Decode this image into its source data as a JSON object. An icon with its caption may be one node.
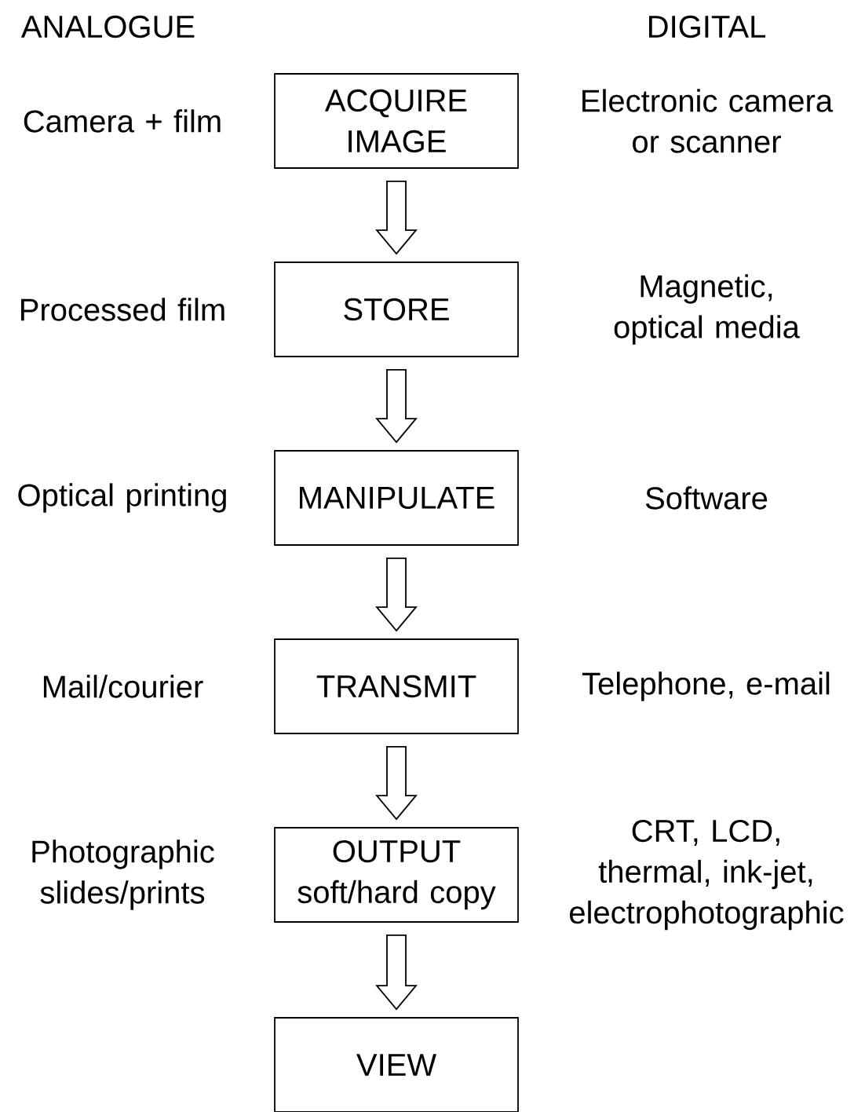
{
  "diagram": {
    "nodes": [
      {
        "text": [
          "ACQUIRE IMAGE"
        ]
      },
      {
        "text": [
          "STORE"
        ]
      },
      {
        "text": [
          "MANIPULATE"
        ]
      },
      {
        "text": [
          "TRANSMIT"
        ]
      },
      {
        "text": [
          "OUTPUT",
          "soft/hard copy"
        ]
      },
      {
        "text": [
          "VIEW"
        ]
      }
    ],
    "edges": [
      {
        "from": 0,
        "to": 1,
        "arrow": "to"
      },
      {
        "from": 1,
        "to": 2,
        "arrow": "to"
      },
      {
        "from": 2,
        "to": 3,
        "arrow": "to"
      },
      {
        "from": 3,
        "to": 4,
        "arrow": "to"
      },
      {
        "from": 4,
        "to": 5,
        "arrow": "to"
      }
    ],
    "labels": [
      "ANALOGUE",
      "DIGITAL",
      "Camera + film",
      "Electronic camera or scanner",
      "Processed film",
      "Magnetic, optical media",
      "Optical printing",
      "Software",
      "Mail/courier",
      "Telephone, e-mail",
      "Photographic slides/prints",
      "CRT, LCD, thermal, ink-jet, electrophotographic"
    ]
  }
}
